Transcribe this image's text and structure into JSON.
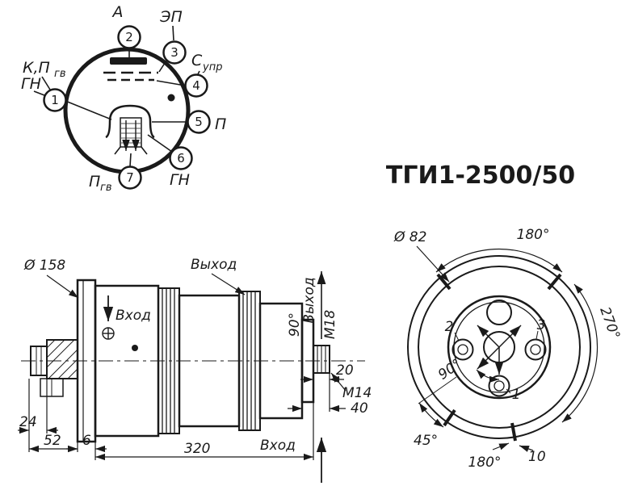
{
  "title": "ТГИ1-2500/50",
  "colors": {
    "ink": "#1a1a1a",
    "background": "#ffffff"
  },
  "pinout": {
    "pins": {
      "p1": "1",
      "p2": "2",
      "p3": "3",
      "p4": "4",
      "p5": "5",
      "p6": "6",
      "p7": "7"
    },
    "labels": {
      "anode": "А",
      "ep": "ЭП",
      "ctrl_main": "С",
      "ctrl_sub": "упр",
      "p5": "П",
      "gn6": "ГН",
      "p7_main": "П",
      "p7_sub": "гв",
      "k_main": "К,П",
      "k_sub": "гв",
      "gn1": "ГН"
    }
  },
  "side_view": {
    "diameter": "Ø 158",
    "output_top": "Выход",
    "input_inner": "Вход",
    "output_right": "Выход",
    "angle_90": "90°",
    "thread_m18": "М18",
    "dim_20": "20",
    "thread_m14": "М14",
    "dim_40": "40",
    "dim_24": "24",
    "dim_52": "52",
    "dim_6": "6",
    "dim_320": "320",
    "input_bottom": "Вход"
  },
  "end_view": {
    "diameter": "Ø 82",
    "angle_top": "180°",
    "angle_right": "270°",
    "angle_inner": "90°",
    "angle_bl": "45°",
    "angle_bottom": "180°",
    "dim_10": "10",
    "term_1": "1",
    "term_2": "2",
    "term_3": "3"
  }
}
